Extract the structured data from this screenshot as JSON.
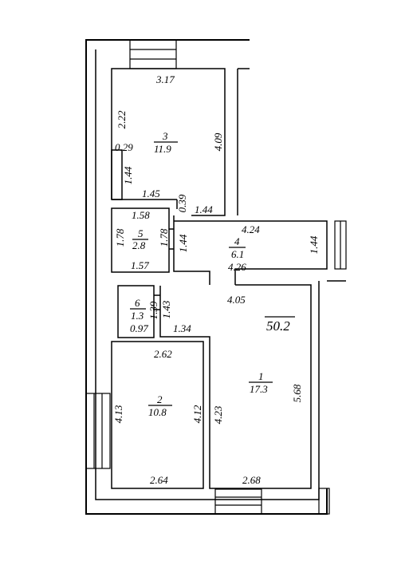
{
  "total_area": "50.2",
  "rooms": [
    {
      "id": "room-1",
      "number": "1",
      "area": "17.3"
    },
    {
      "id": "room-2",
      "number": "2",
      "area": "10.8"
    },
    {
      "id": "room-3",
      "number": "3",
      "area": "11.9"
    },
    {
      "id": "room-4",
      "number": "4",
      "area": "6.1"
    },
    {
      "id": "room-5",
      "number": "5",
      "area": "2.8"
    },
    {
      "id": "room-6",
      "number": "6",
      "area": "1.3"
    }
  ],
  "dimensions": {
    "r3_top": "3.17",
    "r3_left": "2.22",
    "r3_right": "4.09",
    "r3_niche": "0.29",
    "r3_niche_height": "1.44",
    "r3_bottom": "1.45",
    "r3_opening": "0.39",
    "r3_opening_width": "1.44",
    "r5_top": "1.58",
    "r5_left": "1.78",
    "r5_right": "1.78",
    "r5_bottom": "1.57",
    "r4_top": "4.24",
    "r4_bottom": "4.26",
    "r4_right": "1.44",
    "r4_left": "1.44",
    "r6_right": "1.39",
    "r6_bottom": "0.97",
    "hall_step": "1.43",
    "hall_width": "4.05",
    "hall_lower": "1.34",
    "r2_top": "2.62",
    "r2_left": "4.13",
    "r2_right": "4.12",
    "r2_bottom": "2.64",
    "r1_left": "4.23",
    "r1_right": "5.68",
    "r1_bottom": "2.68"
  }
}
